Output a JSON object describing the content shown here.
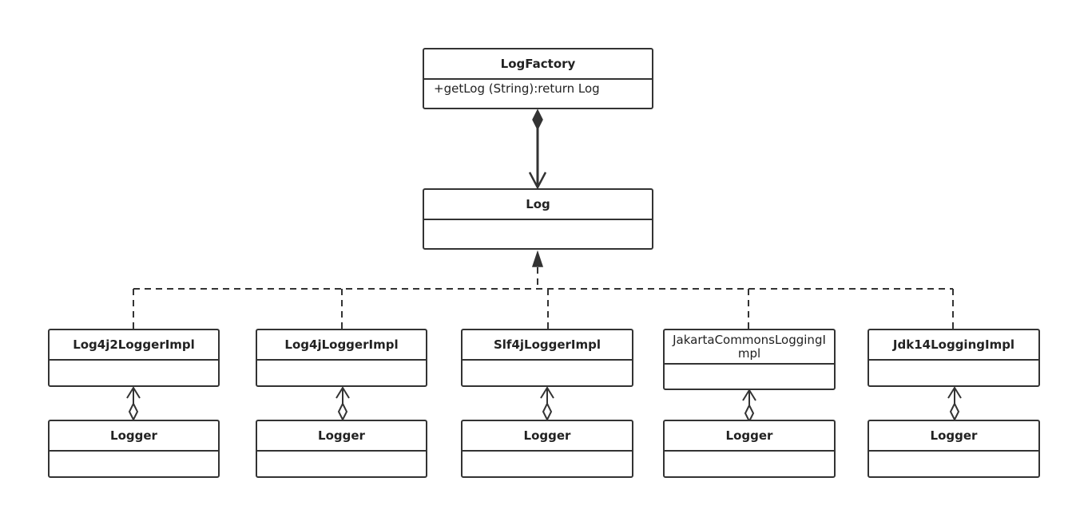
{
  "diagram": {
    "factory": {
      "name": "LogFactory",
      "method": "+getLog (String):return Log"
    },
    "log": {
      "name": "Log",
      "method": ""
    },
    "impls": [
      {
        "name": "Log4j2LoggerImpl",
        "method": "",
        "logger": {
          "name": "Logger",
          "method": ""
        }
      },
      {
        "name": "Log4jLoggerImpl",
        "method": "",
        "logger": {
          "name": "Logger",
          "method": ""
        }
      },
      {
        "name": "Slf4jLoggerImpl",
        "method": "",
        "logger": {
          "name": "Logger",
          "method": ""
        }
      },
      {
        "name": "JakartaCommonsLoggingImpl",
        "method": "",
        "logger": {
          "name": "Logger",
          "method": ""
        }
      },
      {
        "name": "Jdk14LoggingImpl",
        "method": "",
        "logger": {
          "name": "Logger",
          "method": ""
        }
      }
    ]
  },
  "colors": {
    "line": "#333333",
    "text": "#222222",
    "background": "#ffffff"
  }
}
